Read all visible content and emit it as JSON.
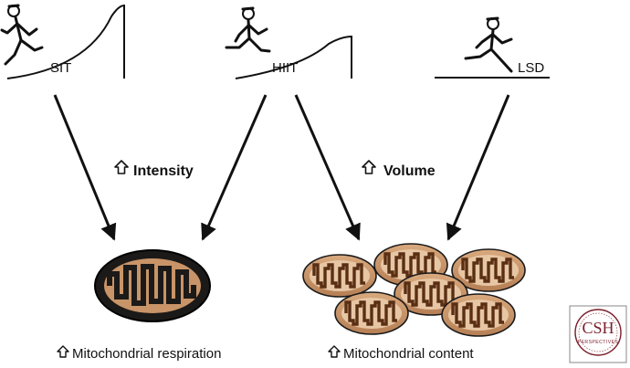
{
  "exercise_labels": {
    "sit": "SIT",
    "hiit": "HIIT",
    "lsd": "LSD"
  },
  "factors": {
    "intensity": "Intensity",
    "volume": "Volume"
  },
  "outcomes": {
    "respiration": "Mitochondrial respiration",
    "content": "Mitochondrial content"
  },
  "logo": {
    "main": "CSH",
    "sub": "PERSPECTIVES"
  },
  "colors": {
    "ink": "#111111",
    "mito_fill": "#c9946a",
    "mito_light": "#e7c6a4",
    "mito_dark": "#5a2f14",
    "mito_outline": "#1a1a1a",
    "logo": "#7a1f2b"
  }
}
